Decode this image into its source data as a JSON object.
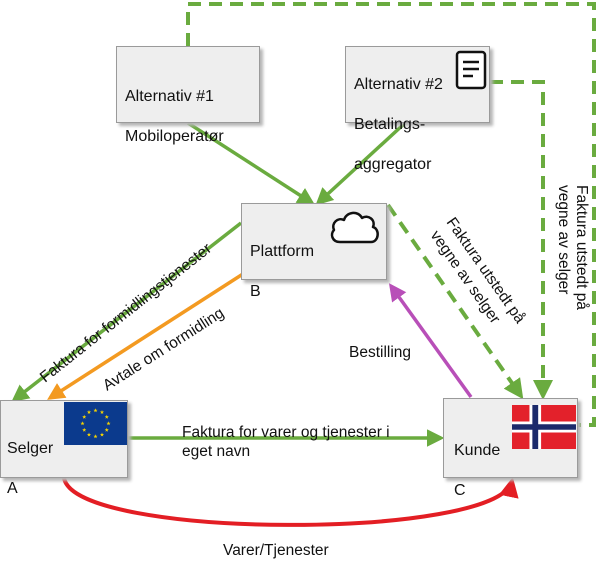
{
  "nodes": {
    "alt1": {
      "line1": "Alternativ #1",
      "line2": "Mobiloperatør"
    },
    "alt2": {
      "line1": "Alternativ #2",
      "line2": "Betalings-",
      "line3": "aggregator",
      "icon": "document-icon"
    },
    "platform": {
      "line1": "Plattform",
      "line2": "B",
      "icon": "cloud-icon"
    },
    "seller": {
      "line1": "Selger",
      "line2": "A",
      "flag": "eu-flag"
    },
    "customer": {
      "line1": "Kunde",
      "line2": "C",
      "flag": "norway-flag"
    }
  },
  "edges": {
    "invoice_mediation": "Faktura for formidlingstjenester",
    "mediation_agreement": "Avtale om formidling",
    "order": "Bestilling",
    "invoice_goods_line1": "Faktura for varer og tjenester i",
    "invoice_goods_line2": "eget navn",
    "goods_services": "Varer/Tjenester",
    "invoice_on_behalf_1_line1": "Faktura utstedt på",
    "invoice_on_behalf_1_line2": "vegne av selger",
    "invoice_on_behalf_2_line1": "Faktura utstedt på",
    "invoice_on_behalf_2_line2": "vegne av selger"
  },
  "colors": {
    "green": "#6aab3f",
    "orange": "#f39a21",
    "purple": "#b84fb8",
    "red": "#e31e24",
    "eu_blue": "#0b3a8d",
    "eu_star": "#f5d300",
    "norway_red": "#e3212b",
    "norway_blue": "#1b2a6b"
  }
}
